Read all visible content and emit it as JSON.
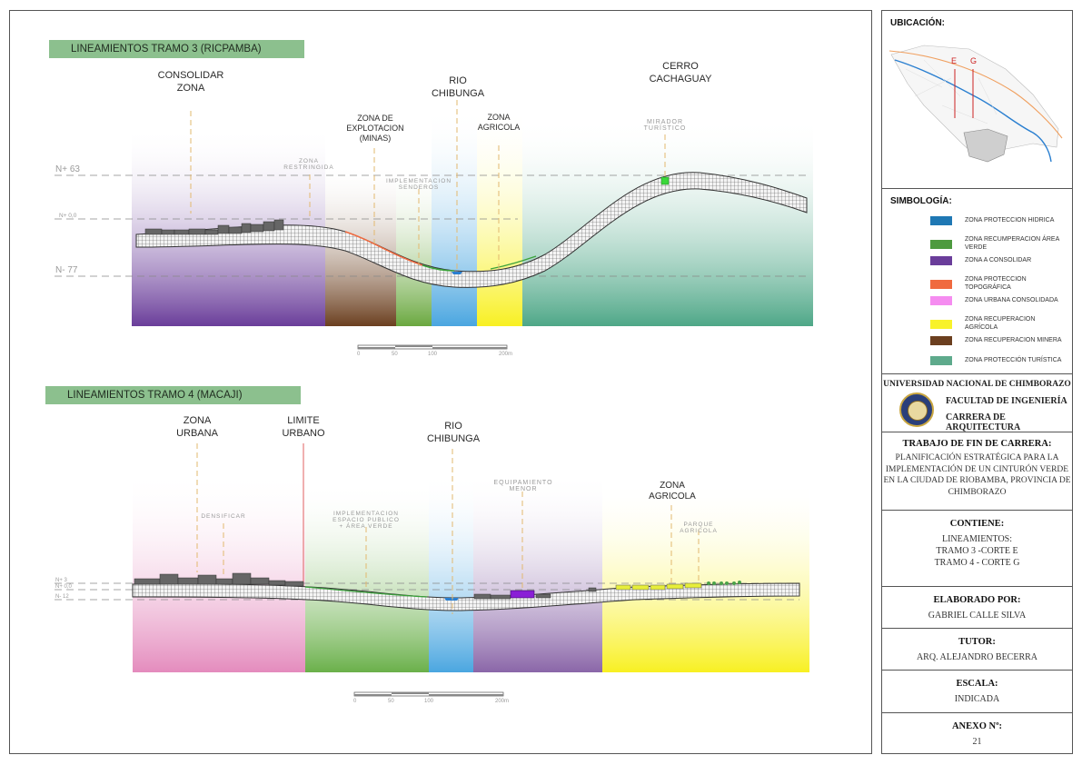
{
  "tramo3": {
    "banner": "LINEAMIENTOS TRAMO 3 (RICPAMBA)",
    "labels": {
      "consolidar": [
        "CONSOLIDAR",
        "ZONA"
      ],
      "explotacion": [
        "ZONA DE",
        "EXPLOTACION",
        "(MINAS)"
      ],
      "rio": [
        "RIO",
        "CHIBUNGA"
      ],
      "agricola": [
        "ZONA",
        "AGRICOLA"
      ],
      "cerro": [
        "CERRO",
        "CACHAGUAY"
      ]
    },
    "faint": {
      "restringida": [
        "ZONA",
        "RESTRINGIDA"
      ],
      "senderos": [
        "IMPLEMENTACION",
        "SENDEROS"
      ],
      "mirador": [
        "MIRADOR",
        "TURÍSTICO"
      ]
    },
    "levels": {
      "top": "N+ 63",
      "zero": "N+ 0,0",
      "bottom": "N- 77"
    },
    "scale": {
      "t0": "0",
      "t50": "50",
      "t100": "100",
      "t200": "200m"
    }
  },
  "tramo4": {
    "banner": "LINEAMIENTOS TRAMO 4 (MACAJI)",
    "labels": {
      "urbana": [
        "ZONA",
        "URBANA"
      ],
      "limite": [
        "LIMITE",
        "URBANO"
      ],
      "rio": [
        "RIO",
        "CHIBUNGA"
      ],
      "agricola": [
        "ZONA",
        "AGRICOLA"
      ]
    },
    "faint": {
      "densificar": [
        "DENSIFICAR"
      ],
      "espacio": [
        "IMPLEMENTACION",
        "ESPACIO PUBLICO",
        "+ ÁREA VERDE"
      ],
      "equipamiento": [
        "EQUIPAMIENTO",
        "MENOR"
      ],
      "parque": [
        "PARQUE",
        "AGRICOLA"
      ]
    },
    "levels": {
      "top": "N+ 3",
      "zero": "N+ 0,0",
      "bottom": "N- 12"
    },
    "scale": {
      "t0": "0",
      "t50": "50",
      "t100": "100",
      "t200": "200m"
    }
  },
  "sidebar": {
    "ubicacion": {
      "title": "UBICACIÓN:",
      "cut_e": "E",
      "cut_g": "G"
    },
    "simbologia": {
      "title": "SIMBOLOGÍA:",
      "items": [
        {
          "color": "#1f78b4",
          "label": "ZONA PROTECCION HIDRICA"
        },
        {
          "color": "#4e9a3f",
          "label": "ZONA RECUMPERACION ÁREA VERDE"
        },
        {
          "color": "#6a3d9a",
          "label": "ZONA A CONSOLIDAR"
        },
        {
          "color": "#f06a3f",
          "label": "ZONA PROTECCION TOPOGRÁFICA"
        },
        {
          "color": "#f58cf0",
          "label": "ZONA URBANA CONSOLIDADA"
        },
        {
          "color": "#f8f22a",
          "label": "ZONA RECUPERACION AGRÍCOLA"
        },
        {
          "color": "#6b3f1f",
          "label": "ZONA RECUPERACION MINERA"
        },
        {
          "color": "#5eaa8c",
          "label": "ZONA PROTECCIÓN TURÍSTICA"
        }
      ]
    },
    "university": {
      "name": "UNIVERSIDAD NACIONAL DE CHIMBORAZO",
      "faculty": "FACULTAD DE INGENIERÍA",
      "career": "CARRERA DE ARQUITECTURA"
    },
    "trabajo": {
      "title": "TRABAJO DE FIN DE CARRERA:",
      "lines": [
        "PLANIFICACIÓN ESTRATÉGICA PARA LA",
        "IMPLEMENTACIÓN DE UN CINTURÓN VERDE",
        "EN LA CIUDAD DE RIOBAMBA, PROVINCIA DE",
        "CHIMBORAZO"
      ]
    },
    "contiene": {
      "title": "CONTIENE:",
      "lines": [
        "LINEAMIENTOS:",
        "TRAMO 3 -CORTE E",
        "TRAMO 4 - CORTE G"
      ]
    },
    "elaborado": {
      "title": "ELABORADO POR:",
      "value": "GABRIEL CALLE SILVA"
    },
    "tutor": {
      "title": "TUTOR:",
      "value": "ARQ. ALEJANDRO BECERRA"
    },
    "escala": {
      "title": "ESCALA:",
      "value": "INDICADA"
    },
    "anexo": {
      "title": "ANEXO Nº:",
      "value": "21"
    }
  }
}
